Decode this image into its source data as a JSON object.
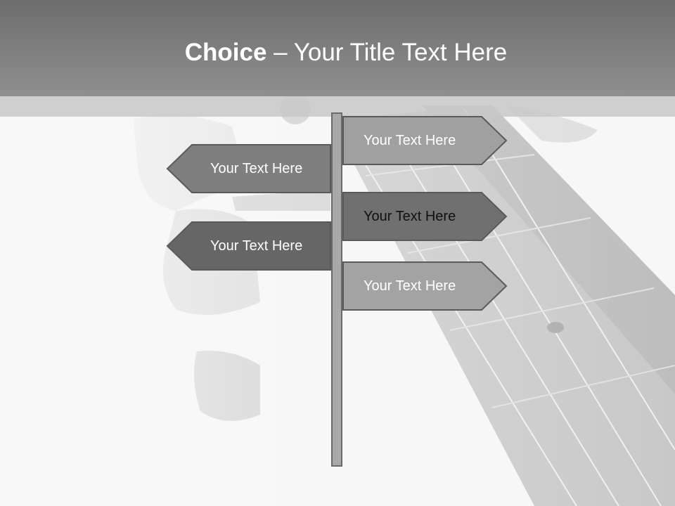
{
  "slide": {
    "title_bold": "Choice",
    "title_rest": " – Your Title Text Here"
  },
  "signs": [
    {
      "label": "Your Text Here",
      "direction": "right",
      "fill": "#a0a0a0",
      "text_color": "#ffffff"
    },
    {
      "label": "Your Text Here",
      "direction": "left",
      "fill": "#7f7f7f",
      "text_color": "#ffffff"
    },
    {
      "label": "Your Text Here",
      "direction": "right",
      "fill": "#707070",
      "text_color": "#111111"
    },
    {
      "label": "Your Text Here",
      "direction": "left",
      "fill": "#666666",
      "text_color": "#ffffff"
    },
    {
      "label": "Your Text Here",
      "direction": "right",
      "fill": "#a3a3a3",
      "text_color": "#ffffff"
    }
  ],
  "colors": {
    "title_bar": "#7f7f7f",
    "sign_border": "#5a5a5a",
    "pole": "#a9a9a9"
  },
  "background_image": "grayscale violin neck and strings photo"
}
